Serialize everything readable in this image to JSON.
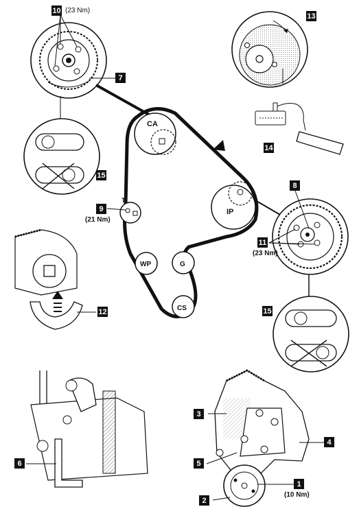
{
  "callouts": {
    "c1": "1",
    "c2": "2",
    "c3": "3",
    "c4": "4",
    "c5": "5",
    "c6": "6",
    "c7": "7",
    "c8": "8",
    "c9": "9",
    "c10": "10",
    "c11": "11",
    "c12": "12",
    "c13": "13",
    "c14": "14",
    "c15a": "15",
    "c15b": "15"
  },
  "torque": {
    "t10": "(23 Nm)",
    "t9": "(21 Nm)",
    "t11": "(23 Nm)",
    "t1": "(10 Nm)"
  },
  "pulleys": {
    "ca": "CA",
    "ip": "IP",
    "wp": "WP",
    "g": "G",
    "cs": "CS",
    "t": "T"
  },
  "colors": {
    "ink": "#111111",
    "paper": "#ffffff"
  }
}
